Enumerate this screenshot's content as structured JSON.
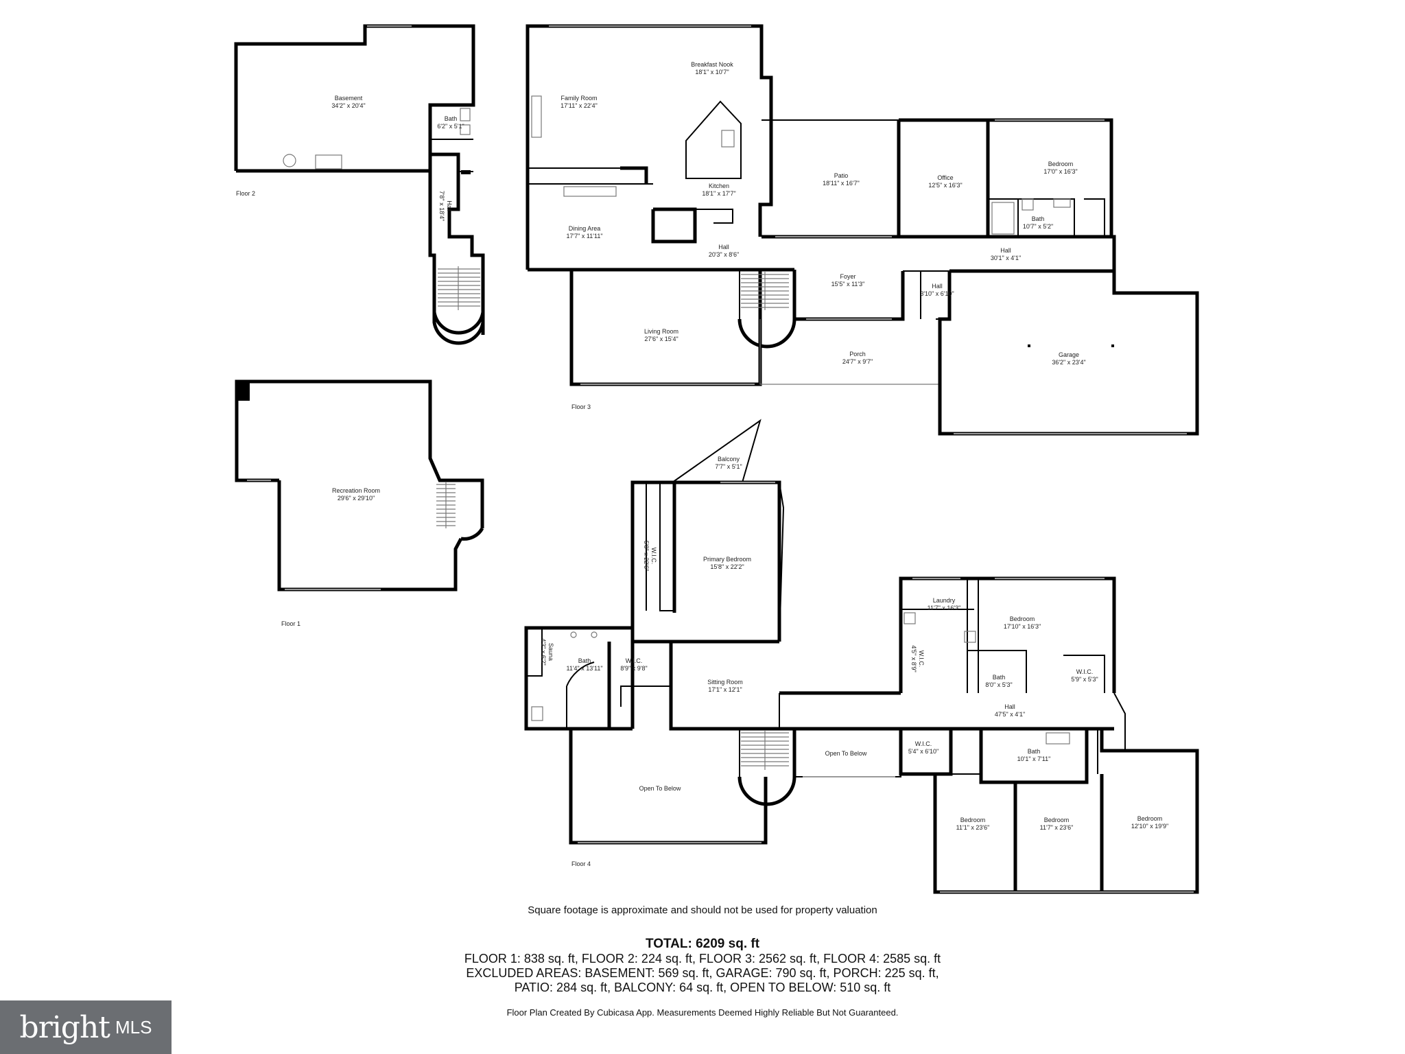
{
  "floors": {
    "floor1": "Floor 1",
    "floor2": "Floor 2",
    "floor3": "Floor 3",
    "floor4": "Floor 4"
  },
  "rooms": {
    "basement": {
      "name": "Basement",
      "size": "34'2\" x 20'4\""
    },
    "basement_bath": {
      "name": "Bath",
      "size": "6'2\" x 5'1\""
    },
    "floor2_hall": {
      "name": "Hall",
      "size": "7'8\" x 18'4\""
    },
    "family_room": {
      "name": "Family Room",
      "size": "17'11\" x 22'4\""
    },
    "breakfast_nook": {
      "name": "Breakfast Nook",
      "size": "18'1\" x 10'7\""
    },
    "kitchen": {
      "name": "Kitchen",
      "size": "18'1\" x 17'7\""
    },
    "dining_area": {
      "name": "Dining Area",
      "size": "17'7\" x 11'11\""
    },
    "hall_f3_a": {
      "name": "Hall",
      "size": "20'3\" x 8'6\""
    },
    "patio": {
      "name": "Patio",
      "size": "18'11\" x 16'7\""
    },
    "office": {
      "name": "Office",
      "size": "12'5\" x 16'3\""
    },
    "bedroom_f3": {
      "name": "Bedroom",
      "size": "17'0\" x 16'3\""
    },
    "bath_f3": {
      "name": "Bath",
      "size": "10'7\" x 5'2\""
    },
    "hall_f3_b": {
      "name": "Hall",
      "size": "30'1\" x 4'1\""
    },
    "foyer": {
      "name": "Foyer",
      "size": "15'5\" x 11'3\""
    },
    "hall_f3_c": {
      "name": "Hall",
      "size": "3'10\" x 6'10\""
    },
    "living_room": {
      "name": "Living Room",
      "size": "27'6\" x 15'4\""
    },
    "porch": {
      "name": "Porch",
      "size": "24'7\" x 9'7\""
    },
    "garage": {
      "name": "Garage",
      "size": "36'2\" x 23'4\""
    },
    "recreation_room": {
      "name": "Recreation Room",
      "size": "29'6\" x 29'10\""
    },
    "balcony": {
      "name": "Balcony",
      "size": "7'7\" x 5'1\""
    },
    "wic_f4_a": {
      "name": "W.I.C.",
      "size": "5'8\" x 22'6\""
    },
    "primary_bedroom": {
      "name": "Primary Bedroom",
      "size": "15'8\" x 22'2\""
    },
    "sauna": {
      "name": "Sauna",
      "size": "4'3\" x 6'2\""
    },
    "primary_bath": {
      "name": "Bath",
      "size": "11'4\" x 13'11\""
    },
    "wic_f4_b": {
      "name": "W.I.C.",
      "size": "8'9\" x 9'8\""
    },
    "sitting_room": {
      "name": "Sitting Room",
      "size": "17'1\" x 12'1\""
    },
    "laundry": {
      "name": "Laundry",
      "size": "11'7\" x 16'3\""
    },
    "wic_f4_c": {
      "name": "W.I.C.",
      "size": "4'5\" x 8'9\""
    },
    "bedroom_f4_a": {
      "name": "Bedroom",
      "size": "17'10\" x 16'3\""
    },
    "bath_f4_a": {
      "name": "Bath",
      "size": "8'0\" x 5'3\""
    },
    "wic_f4_d": {
      "name": "W.I.C.",
      "size": "5'9\" x 5'3\""
    },
    "hall_f4": {
      "name": "Hall",
      "size": "47'5\" x 4'1\""
    },
    "open_to_below_a": {
      "name": "Open To Below",
      "size": ""
    },
    "open_to_below_b": {
      "name": "Open To Below",
      "size": ""
    },
    "wic_f4_e": {
      "name": "W.I.C.",
      "size": "5'4\" x 6'10\""
    },
    "bath_f4_b": {
      "name": "Bath",
      "size": "10'1\" x 7'11\""
    },
    "bedroom_f4_b": {
      "name": "Bedroom",
      "size": "11'1\" x 23'6\""
    },
    "bedroom_f4_c": {
      "name": "Bedroom",
      "size": "11'7\" x 23'6\""
    },
    "bedroom_f4_d": {
      "name": "Bedroom",
      "size": "12'10\" x 19'9\""
    }
  },
  "footer": {
    "disclaimer": "Square footage is approximate and should not be used for property valuation",
    "total": "TOTAL: 6209 sq. ft",
    "floors_line": "FLOOR 1: 838 sq. ft, FLOOR 2: 224 sq. ft, FLOOR 3: 2562 sq. ft, FLOOR 4: 2585 sq. ft",
    "excluded_line1": "EXCLUDED AREAS: BASEMENT: 569 sq. ft, GARAGE: 790 sq. ft, PORCH: 225 sq. ft,",
    "excluded_line2": "PATIO: 284 sq. ft, BALCONY: 64 sq. ft, OPEN TO BELOW: 510 sq. ft",
    "credit": "Floor Plan Created By Cubicasa App. Measurements Deemed Highly Reliable But Not Guaranteed."
  },
  "logo": {
    "brand": "bright",
    "suffix": "MLS",
    "background": "#6b6e72"
  }
}
